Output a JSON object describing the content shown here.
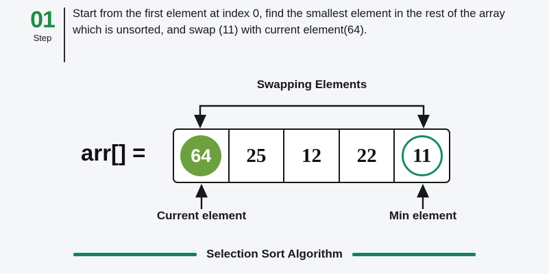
{
  "background_color": "#f5f6f8",
  "step": {
    "number": "01",
    "word": "Step",
    "instruction": "Start from the first element at index 0, find the smallest element in the rest of the array which is unsorted, and swap (11) with current element(64).",
    "number_color": "#1e8c47"
  },
  "diagram": {
    "swap_label": "Swapping Elements",
    "array_label": "arr[] =",
    "cells": [
      {
        "value": "64",
        "marker": "filled-circle",
        "marker_color": "#6da03e"
      },
      {
        "value": "25",
        "marker": "none",
        "marker_color": ""
      },
      {
        "value": "12",
        "marker": "none",
        "marker_color": ""
      },
      {
        "value": "22",
        "marker": "none",
        "marker_color": ""
      },
      {
        "value": "11",
        "marker": "ring-circle",
        "marker_color": "#1a8a63"
      }
    ],
    "callouts": [
      {
        "label": "Current element"
      },
      {
        "label": "Min element"
      }
    ]
  },
  "footer": {
    "title": "Selection Sort Algorithm",
    "rule_color": "#10835f"
  }
}
